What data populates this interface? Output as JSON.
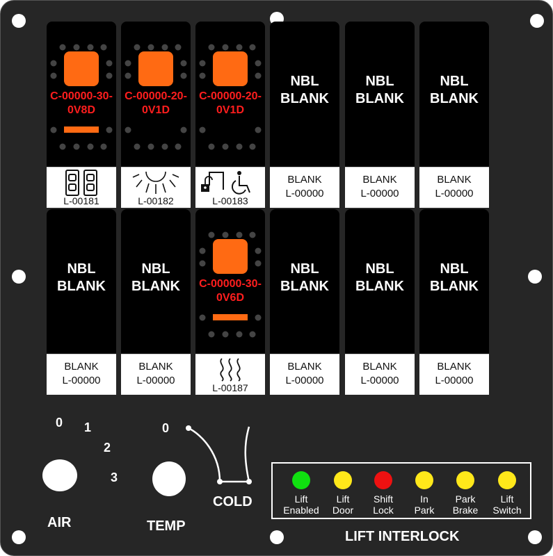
{
  "top_row": [
    {
      "kind": "rocker",
      "code_l1": "C-00000-30-",
      "code_l2": "0V8D",
      "lamp": true,
      "legend_icon": "seat-icon",
      "legend_text": "L-00181"
    },
    {
      "kind": "rocker",
      "code_l1": "C-00000-20-",
      "code_l2": "0V1D",
      "lamp": false,
      "legend_icon": "light-icon",
      "legend_text": "L-00182"
    },
    {
      "kind": "rocker",
      "code_l1": "C-00000-20-",
      "code_l2": "0V1D",
      "lamp": false,
      "legend_icon": "lock-wheelchair-icon",
      "legend_text": "L-00183"
    },
    {
      "kind": "blank",
      "nbl_l1": "NBL",
      "nbl_l2": "BLANK",
      "legend_l1": "BLANK",
      "legend_l2": "L-00000"
    },
    {
      "kind": "blank",
      "nbl_l1": "NBL",
      "nbl_l2": "BLANK",
      "legend_l1": "BLANK",
      "legend_l2": "L-00000"
    },
    {
      "kind": "blank",
      "nbl_l1": "NBL",
      "nbl_l2": "BLANK",
      "legend_l1": "BLANK",
      "legend_l2": "L-00000"
    }
  ],
  "bottom_row": [
    {
      "kind": "blank",
      "nbl_l1": "NBL",
      "nbl_l2": "BLANK",
      "legend_l1": "BLANK",
      "legend_l2": "L-00000"
    },
    {
      "kind": "blank",
      "nbl_l1": "NBL",
      "nbl_l2": "BLANK",
      "legend_l1": "BLANK",
      "legend_l2": "L-00000"
    },
    {
      "kind": "rocker",
      "code_l1": "C-00000-30-",
      "code_l2": "0V6D",
      "lamp": true,
      "legend_icon": "heat-icon",
      "legend_text": "L-00187"
    },
    {
      "kind": "blank",
      "nbl_l1": "NBL",
      "nbl_l2": "BLANK",
      "legend_l1": "BLANK",
      "legend_l2": "L-00000"
    },
    {
      "kind": "blank",
      "nbl_l1": "NBL",
      "nbl_l2": "BLANK",
      "legend_l1": "BLANK",
      "legend_l2": "L-00000"
    },
    {
      "kind": "blank",
      "nbl_l1": "NBL",
      "nbl_l2": "BLANK",
      "legend_l1": "BLANK",
      "legend_l2": "L-00000"
    }
  ],
  "air": {
    "label": "AIR",
    "positions": [
      "0",
      "1",
      "2",
      "3"
    ]
  },
  "temp": {
    "label": "TEMP",
    "zero": "0",
    "cold": "COLD"
  },
  "lift_interlock": {
    "title": "LIFT INTERLOCK",
    "indicators": [
      {
        "l1": "Lift",
        "l2": "Enabled",
        "color": "#10e010"
      },
      {
        "l1": "Lift",
        "l2": "Door",
        "color": "#ffe81a"
      },
      {
        "l1": "Shift",
        "l2": "Lock",
        "color": "#ee1111"
      },
      {
        "l1": "In",
        "l2": "Park",
        "color": "#ffe81a"
      },
      {
        "l1": "Park",
        "l2": "Brake",
        "color": "#ffe81a"
      },
      {
        "l1": "Lift",
        "l2": "Switch",
        "color": "#ffe81a"
      }
    ]
  },
  "colors": {
    "panel": "#262626",
    "rocker": "#ff6a13",
    "code_text": "#ff1e1e"
  }
}
